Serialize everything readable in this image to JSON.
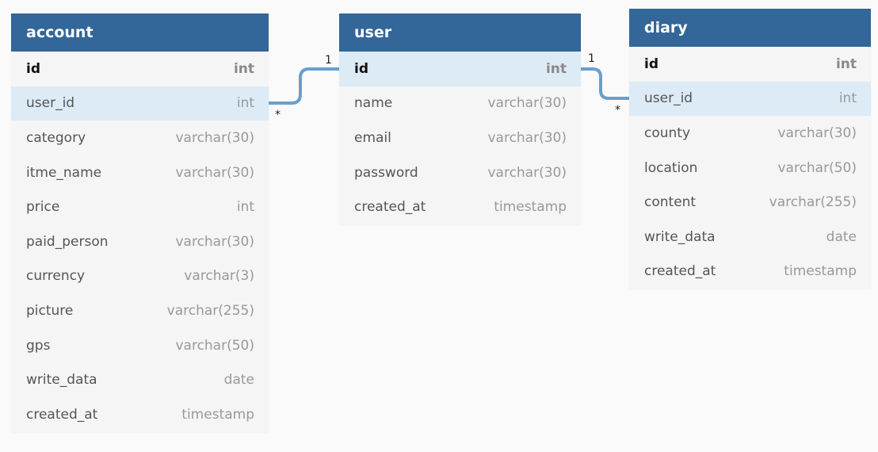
{
  "tables": [
    {
      "name": "account",
      "columns": [
        {
          "name": "id",
          "type": "int",
          "pk": true
        },
        {
          "name": "user_id",
          "type": "int",
          "highlight": true
        },
        {
          "name": "category",
          "type": "varchar(30)"
        },
        {
          "name": "itme_name",
          "type": "varchar(30)"
        },
        {
          "name": "price",
          "type": "int"
        },
        {
          "name": "paid_person",
          "type": "varchar(30)"
        },
        {
          "name": "currency",
          "type": "varchar(3)"
        },
        {
          "name": "picture",
          "type": "varchar(255)"
        },
        {
          "name": "gps",
          "type": "varchar(50)"
        },
        {
          "name": "write_data",
          "type": "date"
        },
        {
          "name": "created_at",
          "type": "timestamp"
        }
      ]
    },
    {
      "name": "user",
      "columns": [
        {
          "name": "id",
          "type": "int",
          "pk": true,
          "highlight": true
        },
        {
          "name": "name",
          "type": "varchar(30)"
        },
        {
          "name": "email",
          "type": "varchar(30)"
        },
        {
          "name": "password",
          "type": "varchar(30)"
        },
        {
          "name": "created_at",
          "type": "timestamp"
        }
      ]
    },
    {
      "name": "diary",
      "columns": [
        {
          "name": "id",
          "type": "int",
          "pk": true
        },
        {
          "name": "user_id",
          "type": "int",
          "highlight": true
        },
        {
          "name": "county",
          "type": "varchar(30)"
        },
        {
          "name": "location",
          "type": "varchar(50)"
        },
        {
          "name": "content",
          "type": "varchar(255)"
        },
        {
          "name": "write_data",
          "type": "date"
        },
        {
          "name": "created_at",
          "type": "timestamp"
        }
      ]
    }
  ],
  "relations": [
    {
      "from": "account.user_id",
      "to": "user.id",
      "from_label": "*",
      "to_label": "1"
    },
    {
      "from": "user.id",
      "to": "diary.user_id",
      "from_label": "1",
      "to_label": "*"
    }
  ],
  "colors": {
    "header": "#336699",
    "highlight_row": "#dcebf5",
    "connector": "#6a9fcb"
  }
}
